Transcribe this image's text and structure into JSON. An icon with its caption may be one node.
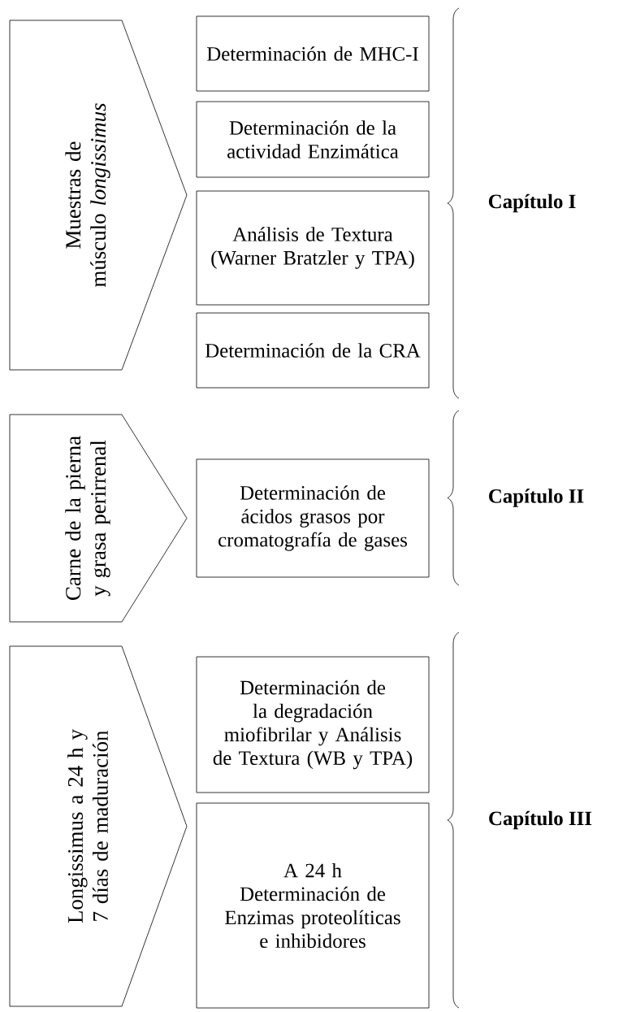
{
  "diagram": {
    "nodes": [
      {
        "text": [
          "Muestras de músculo *longissimus*"
        ]
      },
      {
        "text": [
          "Determinación de MHC-I"
        ]
      },
      {
        "text": [
          "Determinación de la actividad Enzimática"
        ]
      },
      {
        "text": [
          "Análisis de Textura (Warner Bratzler y TPA)"
        ]
      },
      {
        "text": [
          "Determinación de la CRA"
        ]
      },
      {
        "text": [
          "Carne de la pierna y grasa perirrenal"
        ]
      },
      {
        "text": [
          "Determinación de ácidos grasos por cromatografía de gases"
        ]
      },
      {
        "text": [
          "Longissimus a 24 h y 7 días de maduración"
        ]
      },
      {
        "text": [
          "Determinación de la degradación miofibrilar y Análisis de Textura (WB y TPA)"
        ]
      },
      {
        "text": [
          "A 24 h",
          "Determinación de Enzimas proteolíticas e inhibidores"
        ]
      }
    ],
    "labels": [
      "Capítulo I",
      "Capítulo II",
      "Capítulo III"
    ]
  }
}
